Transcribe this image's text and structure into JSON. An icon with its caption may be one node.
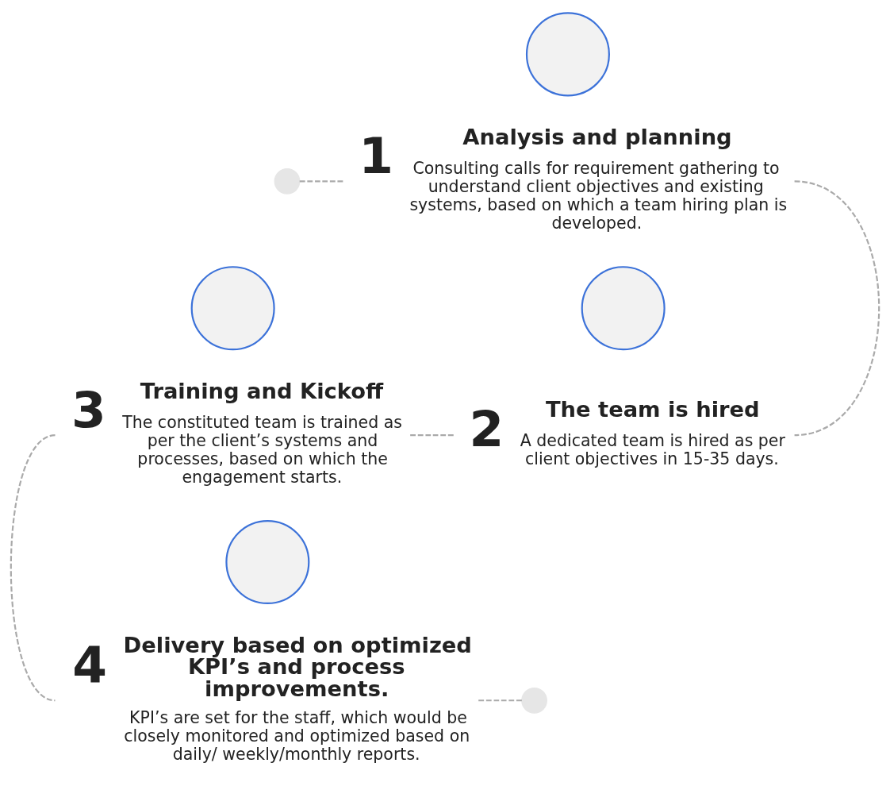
{
  "diagram": {
    "nodes": [
      {
        "text": [],
        "shape": "circle"
      },
      {
        "text": [],
        "shape": "circle"
      },
      {
        "text": [
          "1",
          "Analysis and planning",
          "Consulting calls for requirement gathering to understand client objectives and existing systems, based on which a team hiring plan is developed."
        ]
      },
      {
        "text": [],
        "shape": "circle"
      },
      {
        "text": [],
        "shape": "circle"
      },
      {
        "text": [
          "3",
          "Training and Kickoff",
          "The constituted team is trained as per the client’s systems and processes, based on which the engagement starts."
        ]
      },
      {
        "text": [
          "2",
          "The team is hired",
          "A dedicated team is hired as per client objectives in 15-35 days."
        ]
      },
      {
        "text": [],
        "shape": "circle"
      },
      {
        "text": [
          "4",
          "Delivery based on optimized KPI’s and process improvements.",
          "KPI’s are set for the staff, which would be closely monitored and optimized based on daily/ weekly/monthly reports."
        ]
      },
      {
        "text": [],
        "shape": "circle"
      }
    ],
    "edges": [
      {
        "from": 1,
        "to": 2,
        "arrow": "none",
        "style": "dashed"
      },
      {
        "from": 2,
        "to": 6,
        "arrow": "none",
        "style": "dashed"
      },
      {
        "from": 6,
        "to": 5,
        "arrow": "none",
        "style": "dashed"
      },
      {
        "from": 5,
        "to": 8,
        "arrow": "none",
        "style": "dashed"
      },
      {
        "from": 8,
        "to": 9,
        "arrow": "none",
        "style": "dashed"
      }
    ]
  }
}
